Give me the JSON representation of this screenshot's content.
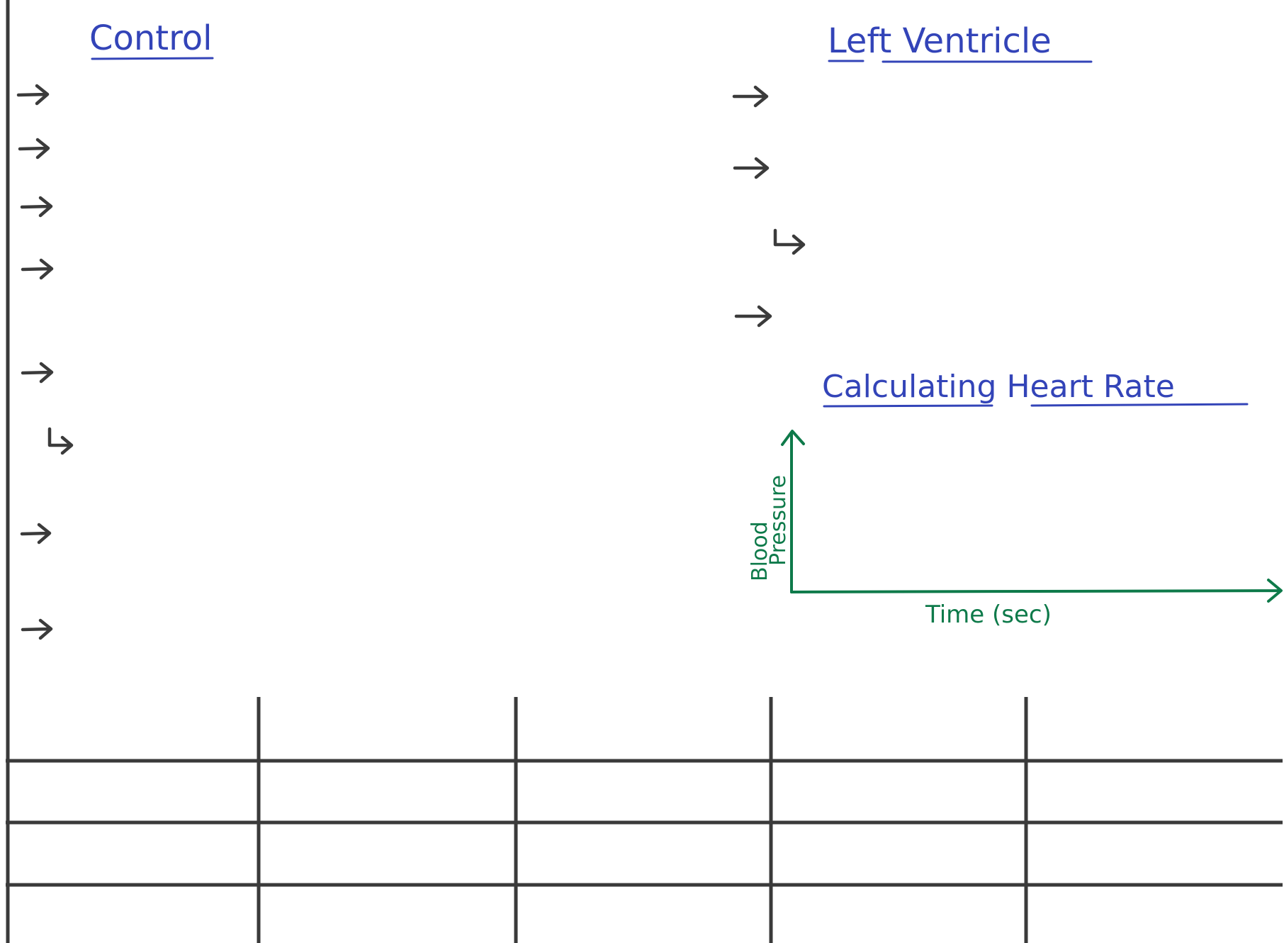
{
  "colors": {
    "heading_ink": "#3344b8",
    "graph_ink": "#0e7a4a",
    "pencil_ink": "#3b3b3b",
    "paper": "#ffffff"
  },
  "headings": {
    "control": "Control",
    "left_ventricle": "Left Ventricle",
    "calculating_heart_rate": "Calculating Heart Rate"
  },
  "graph": {
    "ylabel_line1": "Blood",
    "ylabel_line2": "Pressure",
    "xlabel": "Time (sec)"
  },
  "bullets": {
    "arrow_icon": "right-arrow-icon",
    "sub_arrow_icon": "corner-arrow-icon"
  },
  "table": {
    "columns": 5,
    "rows": 3
  }
}
